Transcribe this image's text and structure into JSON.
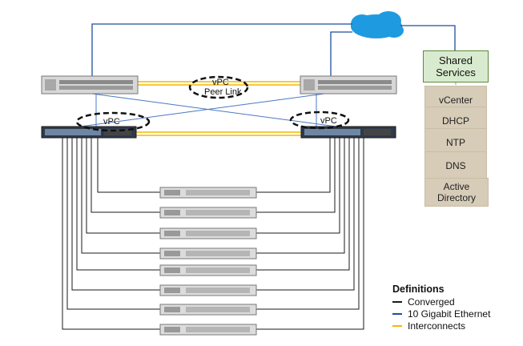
{
  "shared_services": {
    "title": "Shared Services",
    "items": [
      "vCenter",
      "DHCP",
      "NTP",
      "DNS",
      "Active Directory"
    ]
  },
  "vpc_labels": {
    "top": "vPC",
    "top_sub": "Peer Link",
    "left": "vPC",
    "right": "vPC"
  },
  "definitions": {
    "title": "Definitions",
    "items": [
      {
        "label": "Converged",
        "color": "#1a1a1a"
      },
      {
        "label": "10 Gigabit Ethernet",
        "color": "#1f4e9c"
      },
      {
        "label": "Interconnects",
        "color": "#f2b800"
      }
    ]
  },
  "colors": {
    "cloud": "#1e9be0",
    "converged": "#1a1a1a",
    "ethernet": "#1f4e9c",
    "interconnect": "#f2b800"
  }
}
